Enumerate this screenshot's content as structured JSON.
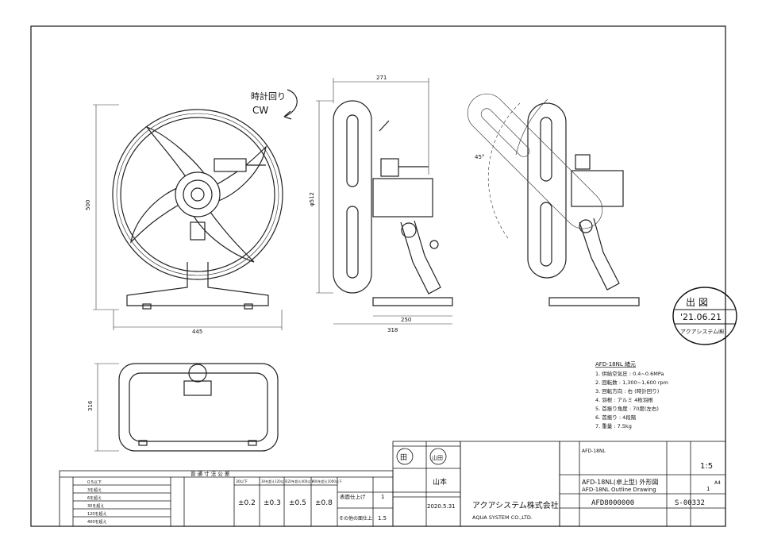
{
  "drawing": {
    "rotation_label": "時計回り",
    "rotation_cw": "CW",
    "dims": {
      "front_width": "445",
      "front_height": "500",
      "side_depth_top": "271",
      "side_height": "φ512",
      "side_base": "318",
      "side_base_inner": "250",
      "tilt_angle": "45°",
      "plan_depth": "316"
    },
    "stamp": {
      "title": "出 図",
      "date": "'21.06.21",
      "company": "アクアシステム㈱"
    },
    "specs": {
      "title": "AFD-18NL 緒元",
      "rows": [
        "1. 供給空気圧 : 0.4~0.6MPa",
        "2. 回転数 : 1,300~1,600 rpm",
        "3. 回転方向 : 右 (時計回り)",
        "4. 羽根 : アルミ 4枚羽根",
        "5. 首振り角度 : 70度(左右)",
        "6. 首振り : 4段階",
        "7. 重量 : 7.5kg"
      ]
    },
    "tolerance": {
      "title": "普 通 寸 法 公 差",
      "rows": [
        "0.5以下",
        "3を超え",
        "6を超え",
        "30を超え",
        "120を超え",
        "400を超え"
      ],
      "header_cols": [
        "30以下",
        "30を超え120以下",
        "120を超え400以下",
        "400を超え1000以下"
      ],
      "values": [
        "±0.2",
        "±0.3",
        "±0.5",
        "±0.8"
      ],
      "note_label": "表面仕上げ",
      "note_value": "1",
      "other_label": "その他の面仕上",
      "other_value": "1.5"
    },
    "approval": {
      "stamp1": "田",
      "stamp2": "山田",
      "drawn_by": "山本",
      "date": "2020.5.31"
    },
    "title_block": {
      "company_jp": "アクアシステム株式会社",
      "company_en": "AQUA SYSTEM CO.,LTD.",
      "name_jp": "AFD-18NL(卓上型) 外形図",
      "name_en": "AFD-18NL Outline Drawing",
      "drawing_no": "AFD8000000",
      "scale": "1:5",
      "size": "A4",
      "file_no": "S-00332",
      "model": "AFD-18NL",
      "page": "1"
    }
  }
}
